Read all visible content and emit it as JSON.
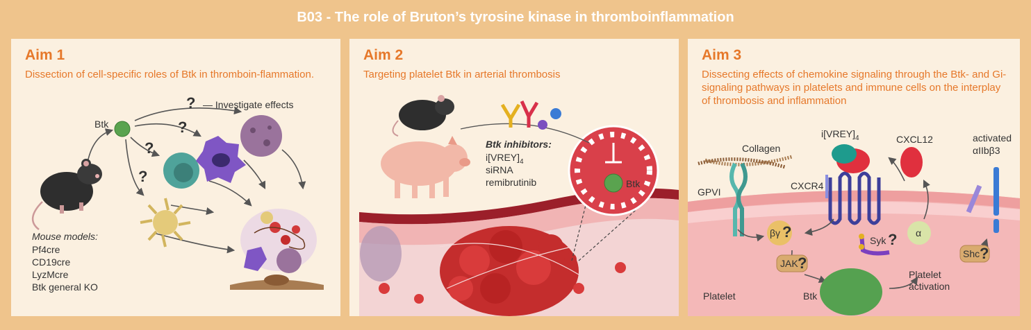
{
  "header": {
    "title": "B03 - The role of Bruton’s tyrosine kinase in thromboinflammation"
  },
  "panels": [
    {
      "aim": "Aim 1",
      "description": "Dissection of cell-specific roles of Btk in thromboin-flammation.",
      "labels": {
        "btk": "Btk",
        "question": "?",
        "investigate": "— Investigate effects"
      },
      "mouse_models": {
        "heading": "Mouse models:",
        "items": [
          "Pf4cre",
          "CD19cre",
          "LyzMcre",
          "Btk general KO"
        ]
      }
    },
    {
      "aim": "Aim 2",
      "description": "Targeting platelet Btk in arterial thrombosis",
      "inhibitors": {
        "heading": "Btk inhibitors:",
        "items": [
          "i[VREY]",
          "siRNA",
          "remibrutinib"
        ],
        "subscript": "4"
      },
      "labels": {
        "btk": "Btk"
      }
    },
    {
      "aim": "Aim 3",
      "description": "Dissecting effects of chemokine signaling through the Btk- and Gi-signaling pathways in platelets and immune cells on the interplay of thrombosis and inflammation",
      "labels": {
        "collagen": "Collagen",
        "vrey": "i[VREY]",
        "vrey_sub": "4",
        "cxcl12": "CXCL12",
        "activated": "activated",
        "integrin": "αIIbβ3",
        "gpvi": "GPVI",
        "cxcr4": "CXCR4",
        "by": "βγ",
        "syk": "Syk",
        "alpha": "α",
        "jak": "JAK",
        "shc": "Shc",
        "q": "?",
        "platelet_activation_1": "Platelet",
        "platelet_activation_2": "activation",
        "platelet": "Platelet",
        "btk": "Btk"
      }
    }
  ]
}
